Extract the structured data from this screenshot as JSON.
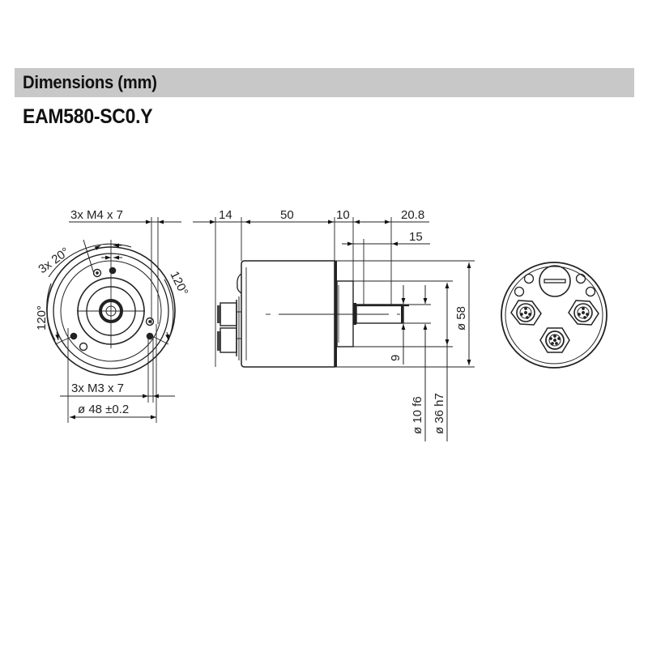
{
  "header": {
    "title": "Dimensions  (mm)",
    "model": "EAM580-SC0.Y",
    "bar_color": "#c8c8c8"
  },
  "front_view": {
    "label_top_thread": "3x M4 x 7",
    "label_angle_small": "3x 20°",
    "label_angle_right": "120°",
    "label_angle_left": "120°",
    "label_bottom_thread": "3x M3 x 7",
    "label_bolt_circle": "ø 48 ±0.2"
  },
  "side_view": {
    "dim_connector": "14",
    "dim_body": "50",
    "dim_flange": "10",
    "dim_shaft_total": "20.8",
    "dim_shaft": "15",
    "dim_shaft_flat": "9",
    "dim_shaft_dia": "ø 10 f6",
    "dim_flange_dia": "ø 36 h7",
    "dim_body_dia": "ø 58"
  },
  "rear_view": {
    "connectors": 3,
    "cap": "screw-cap"
  }
}
